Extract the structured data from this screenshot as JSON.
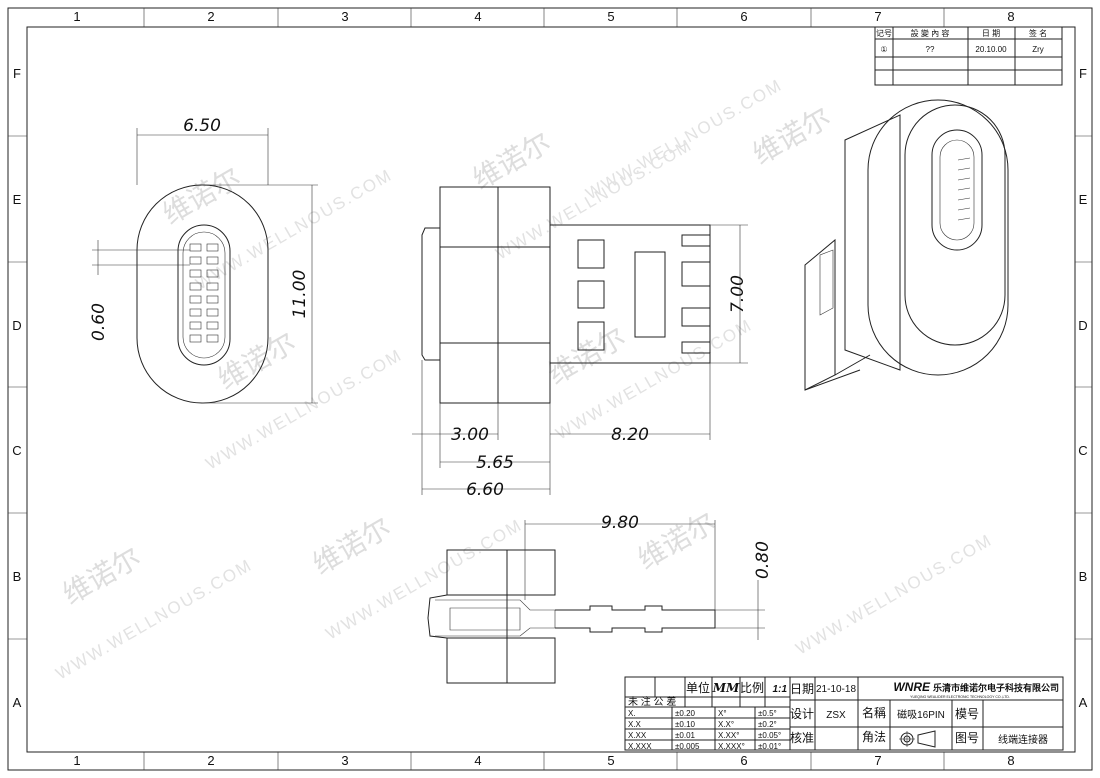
{
  "frame": {
    "columns": [
      "1",
      "2",
      "3",
      "4",
      "5",
      "6",
      "7",
      "8"
    ],
    "rows": [
      "F",
      "E",
      "D",
      "C",
      "B",
      "A"
    ]
  },
  "watermark": {
    "cn": "维诺尔",
    "url": "WWW.WELLNOUS.COM"
  },
  "revision_table": {
    "headers": [
      "记号",
      "設 變 內 容",
      "日 期",
      "签 名"
    ],
    "rows": [
      [
        "①",
        "??",
        "20.10.00",
        "Zry"
      ],
      [
        "",
        "",
        "",
        ""
      ],
      [
        "",
        "",
        "",
        ""
      ]
    ]
  },
  "dimensions": {
    "front_width": "6.50",
    "front_height": "11.00",
    "pin_pitch": "0.60",
    "side_flange": "3.00",
    "side_plug": "8.20",
    "side_body": "5.65",
    "side_total": "6.60",
    "plug_height": "7.00",
    "pin_length": "9.80",
    "pin_thickness": "0.80"
  },
  "title_block": {
    "unit_label": "单位",
    "unit": "MM",
    "scale_label": "比例",
    "scale": "1:1",
    "tolerance_label": "未 注 公 差",
    "tolerances": [
      [
        "X.",
        "±0.20",
        "X°",
        "±0.5°"
      ],
      [
        "X.X",
        "±0.10",
        "X.X°",
        "±0.2°"
      ],
      [
        "X.XX",
        "±0.01",
        "X.XX°",
        "±0.05°"
      ],
      [
        "X.XXX",
        "±0.005",
        "X.XXX°",
        "±0.01°"
      ]
    ],
    "date_label": "日期",
    "date": "21-10-18",
    "company_logo": "WNRE",
    "company_name": "乐清市维诺尔电子科技有限公司",
    "company_en": "YUEQING WEALIDER ELECTRONIC TECHNOLOGY CO.,LTD.",
    "design_label": "设计",
    "designer": "ZSX",
    "approve_label": "核准",
    "approver": "",
    "name_label": "名稱",
    "name": "磁吸16PIN",
    "mold_label": "模号",
    "mold": "",
    "projection_label": "角法",
    "drawing_label": "图号",
    "drawing": "线端连接器"
  }
}
